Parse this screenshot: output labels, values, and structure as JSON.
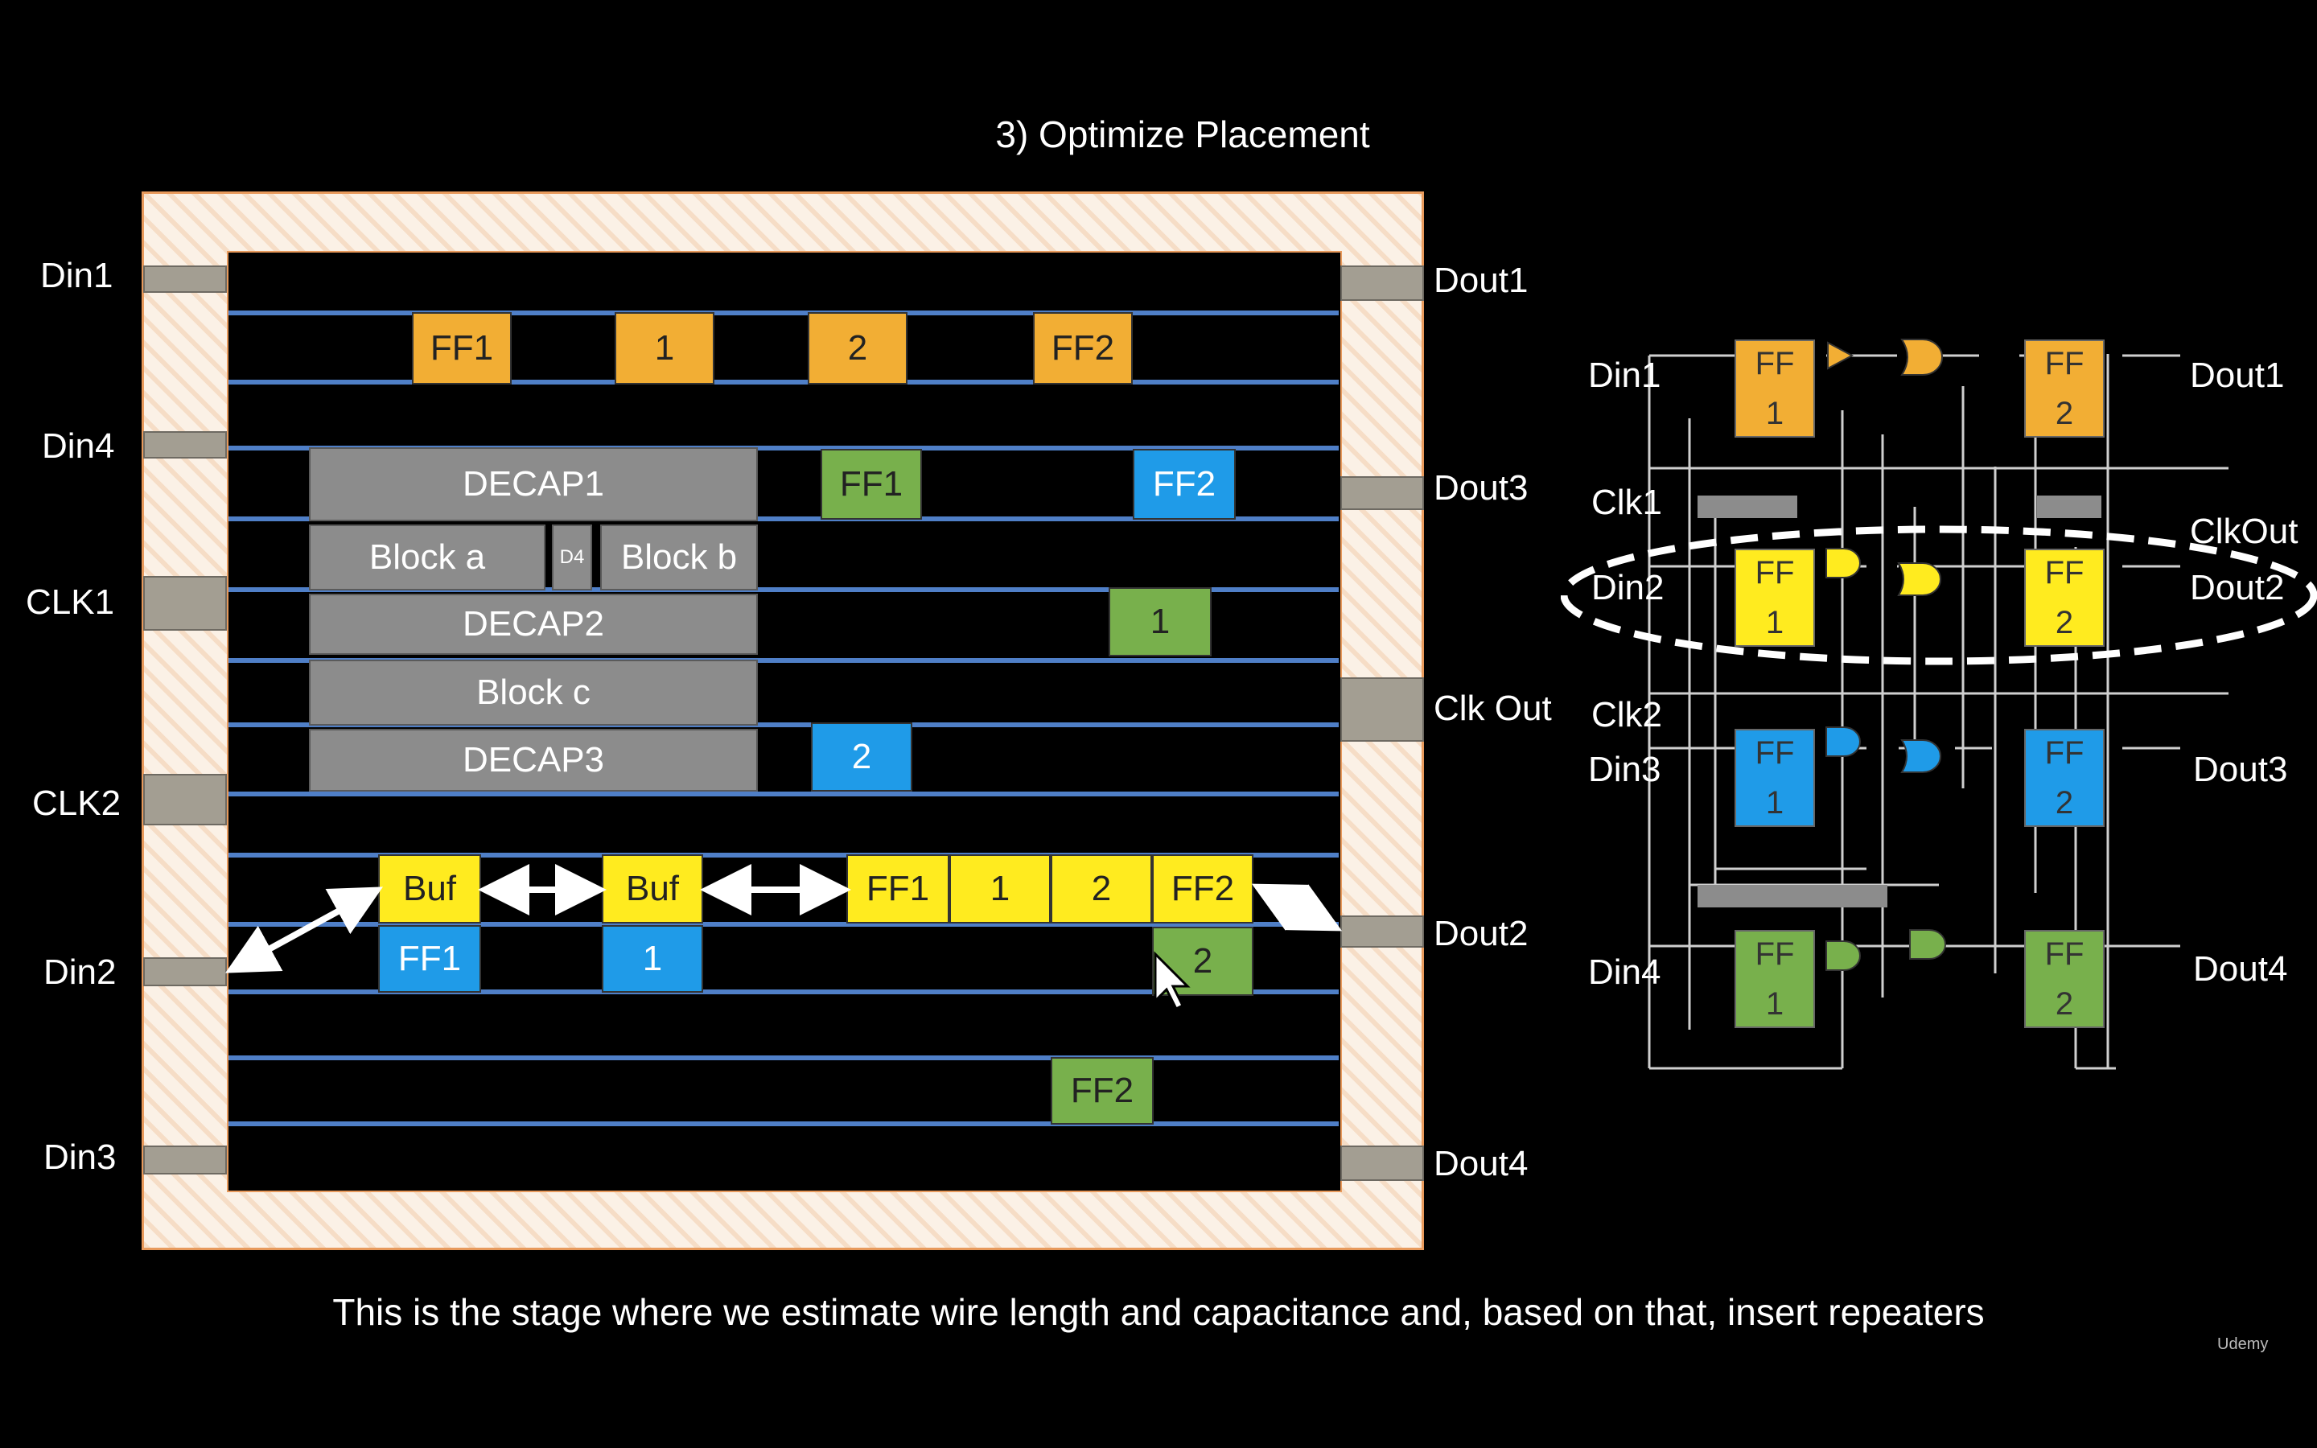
{
  "title": "3) Optimize Placement",
  "subtitle": "This is the stage where we estimate wire length and capacitance and, based on that, insert repeaters",
  "brand": "Udemy",
  "pins_left": [
    "Din1",
    "Din4",
    "CLK1",
    "CLK2",
    "Din2",
    "Din3"
  ],
  "pins_right": [
    "Dout1",
    "Dout3",
    "Clk Out",
    "Dout2",
    "Dout4"
  ],
  "blocks": {
    "decap1": "DECAP1",
    "block_a": "Block a",
    "d4": "D4",
    "block_b": "Block b",
    "decap2": "DECAP2",
    "block_c": "Block c",
    "decap3": "DECAP3"
  },
  "orange_cells": [
    "FF1",
    "1",
    "2",
    "FF2"
  ],
  "green_cells": [
    "FF1",
    "1",
    "2",
    "FF2"
  ],
  "blue_cells": [
    "FF2",
    "2",
    "FF1",
    "1"
  ],
  "yellow_cells": [
    "Buf",
    "Buf",
    "FF1",
    "1",
    "2",
    "FF2"
  ],
  "schematic": {
    "left_labels": [
      "Din1",
      "Clk1",
      "Din2",
      "Clk2",
      "Din3",
      "Din4"
    ],
    "right_labels": [
      "Dout1",
      "ClkOut",
      "Dout2",
      "Dout3",
      "Dout4"
    ],
    "ff_top": "FF",
    "ff1": "1",
    "ff2": "2"
  },
  "colors": {
    "orange": "#f2ae34",
    "green": "#78b04c",
    "blue": "#1f9be8",
    "yellow": "#ffeb1f",
    "gray": "#8c8c8c",
    "rail": "#4f7fc7",
    "frame": "#e89a5c"
  }
}
